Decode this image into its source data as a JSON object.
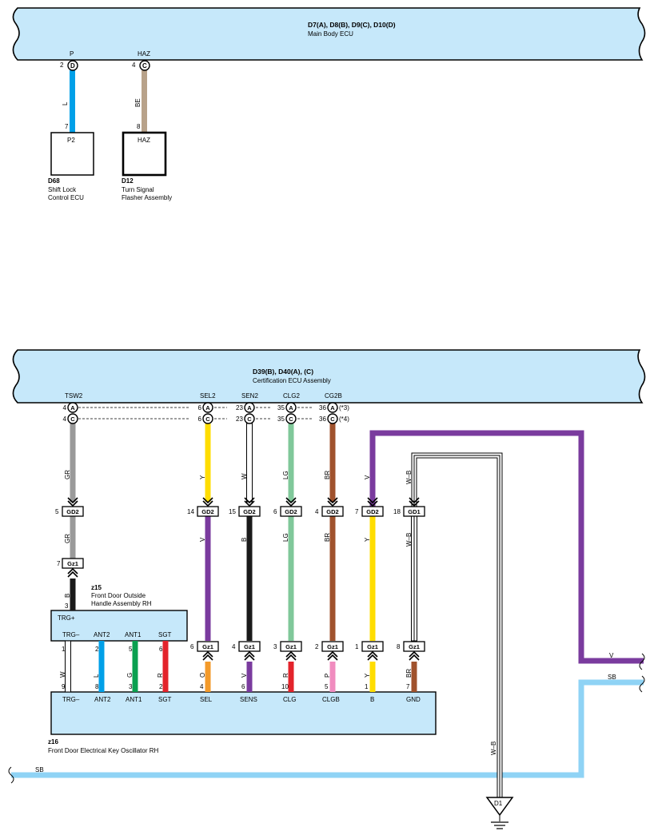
{
  "colors": {
    "ecu_fill": "#c6e8fa",
    "L": "#00a0e8",
    "BE": "#b8a28a",
    "GR": "#9a9a9a",
    "Y": "#ffdd00",
    "W": "#ffffff",
    "LG": "#80c89a",
    "BR": "#a0522d",
    "V": "#7a3b9e",
    "B": "#1a1a1a",
    "O": "#f39a2a",
    "R": "#e3232b",
    "P": "#f08cbf",
    "G": "#0aa050",
    "SB": "#8fd3f5",
    "WB": "#ffffff"
  },
  "top": {
    "ecu": {
      "connectors": "D7(A), D8(B), D9(C), D10(D)",
      "name": "Main Body ECU"
    },
    "pins": [
      {
        "label": "P",
        "num": "2",
        "conn": "D"
      },
      {
        "label": "HAZ",
        "num": "4",
        "conn": "C"
      }
    ],
    "wires": [
      {
        "color_code": "L",
        "end_pin": "7"
      },
      {
        "color_code": "BE",
        "end_pin": "8"
      }
    ],
    "components": [
      {
        "pin_label": "P2",
        "code": "D68",
        "name1": "Shift Lock",
        "name2": "Control ECU"
      },
      {
        "pin_label": "HAZ",
        "code": "D12",
        "name1": "Turn Signal",
        "name2": "Flasher Assembly"
      }
    ]
  },
  "bottom": {
    "ecu": {
      "connectors": "D39(B), D40(A), (C)",
      "name": "Certification ECU Assembly"
    },
    "signals": [
      "TSW2",
      "SEL2",
      "SEN2",
      "CLG2",
      "CG2B"
    ],
    "row_a": [
      "4",
      "6",
      "23",
      "35",
      "36"
    ],
    "row_c": [
      "4",
      "6",
      "23",
      "35",
      "36"
    ],
    "conn_a": "A",
    "conn_c": "C",
    "note_a": "(*3)",
    "note_c": "(*4)",
    "upper_wires": [
      "GR",
      "Y",
      "W",
      "LG",
      "BR",
      "V",
      "W–B"
    ],
    "gd_pins": [
      "5",
      "14",
      "15",
      "6",
      "4",
      "7",
      "18"
    ],
    "gd_labels": [
      "GD2",
      "GD2",
      "GD2",
      "GD2",
      "GD2",
      "GD2",
      "GD1"
    ],
    "gr_lower_wire": "GR",
    "gz1_top_pin": "7",
    "gz1_label": "Gz1",
    "b_wire": "B",
    "b_pin": "3",
    "mid_wires": [
      "V",
      "B",
      "LG",
      "BR",
      "Y",
      "W–B"
    ],
    "gz_pins": [
      "6",
      "4",
      "3",
      "2",
      "1",
      "8"
    ],
    "gz_labels": [
      "Gz1",
      "Gz1",
      "Gz1",
      "Gz1",
      "Gz1",
      "Gz1"
    ],
    "lower_wires": [
      "O",
      "V",
      "R",
      "P",
      "Y",
      "BR"
    ],
    "lower_pins": [
      "4",
      "6",
      "10",
      "5",
      "1",
      "7"
    ],
    "z15": {
      "code": "z15",
      "name1": "Front Door Outside",
      "name2": "Handle Assembly RH",
      "trg_plus": "TRG+",
      "terms": [
        "TRG–",
        "ANT2",
        "ANT1",
        "SGT"
      ],
      "top_pins": [
        "1",
        "2",
        "5",
        "6"
      ]
    },
    "z15_wires": [
      "W",
      "L",
      "G",
      "R"
    ],
    "z16_top_pins": [
      "9",
      "8",
      "3",
      "2"
    ],
    "z16": {
      "code": "z16",
      "name": "Front Door Electrical Key Oscillator RH",
      "terms": [
        "TRG–",
        "ANT2",
        "ANT1",
        "SGT",
        "SEL",
        "SENS",
        "CLG",
        "CLGB",
        "B",
        "GND"
      ]
    },
    "v_label": "V",
    "sb_label_1": "SB",
    "sb_label_2": "SB",
    "ground_wire": "W–B",
    "ground_code": "D1"
  }
}
